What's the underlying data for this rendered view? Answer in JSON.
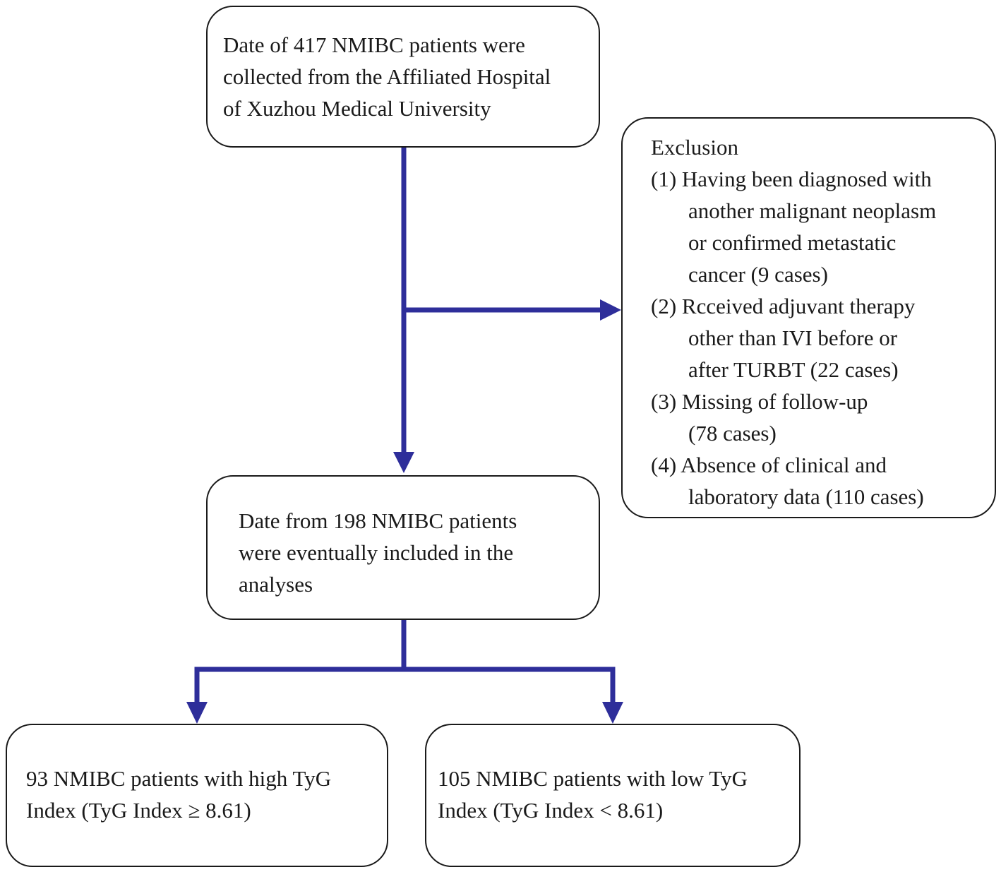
{
  "flowchart": {
    "source": {
      "lines": [
        "Date of  417 NMIBC patients were",
        "collected from the Affiliated Hospital",
        "of Xuzhou Medical University"
      ]
    },
    "exclusion": {
      "title": "Exclusion",
      "items": [
        {
          "lines": [
            "(1) Having been diagnosed with",
            "another malignant neoplasm",
            "or confirmed metastatic",
            "cancer (9 cases)"
          ]
        },
        {
          "lines": [
            "(2) Rcceived adjuvant therapy",
            "other than IVI before or",
            "after TURBT (22 cases)"
          ]
        },
        {
          "lines": [
            "(3) Missing of  follow-up",
            "(78 cases)"
          ]
        },
        {
          "lines": [
            "(4) Absence of clinical and",
            "laboratory data (110 cases)"
          ]
        }
      ]
    },
    "included": {
      "lines": [
        "Date from 198 NMIBC patients",
        "were eventually included in the",
        "analyses"
      ]
    },
    "high_tyg": {
      "lines": [
        "93 NMIBC patients with high TyG",
        "Index (TyG Index ≥ 8.61)"
      ]
    },
    "low_tyg": {
      "lines": [
        "105 NMIBC patients with low TyG",
        "Index (TyG Index < 8.61)"
      ]
    }
  },
  "colors": {
    "connector": "#2e2e9a",
    "box_border": "#1a1a1a",
    "text": "#1a1a1a"
  }
}
